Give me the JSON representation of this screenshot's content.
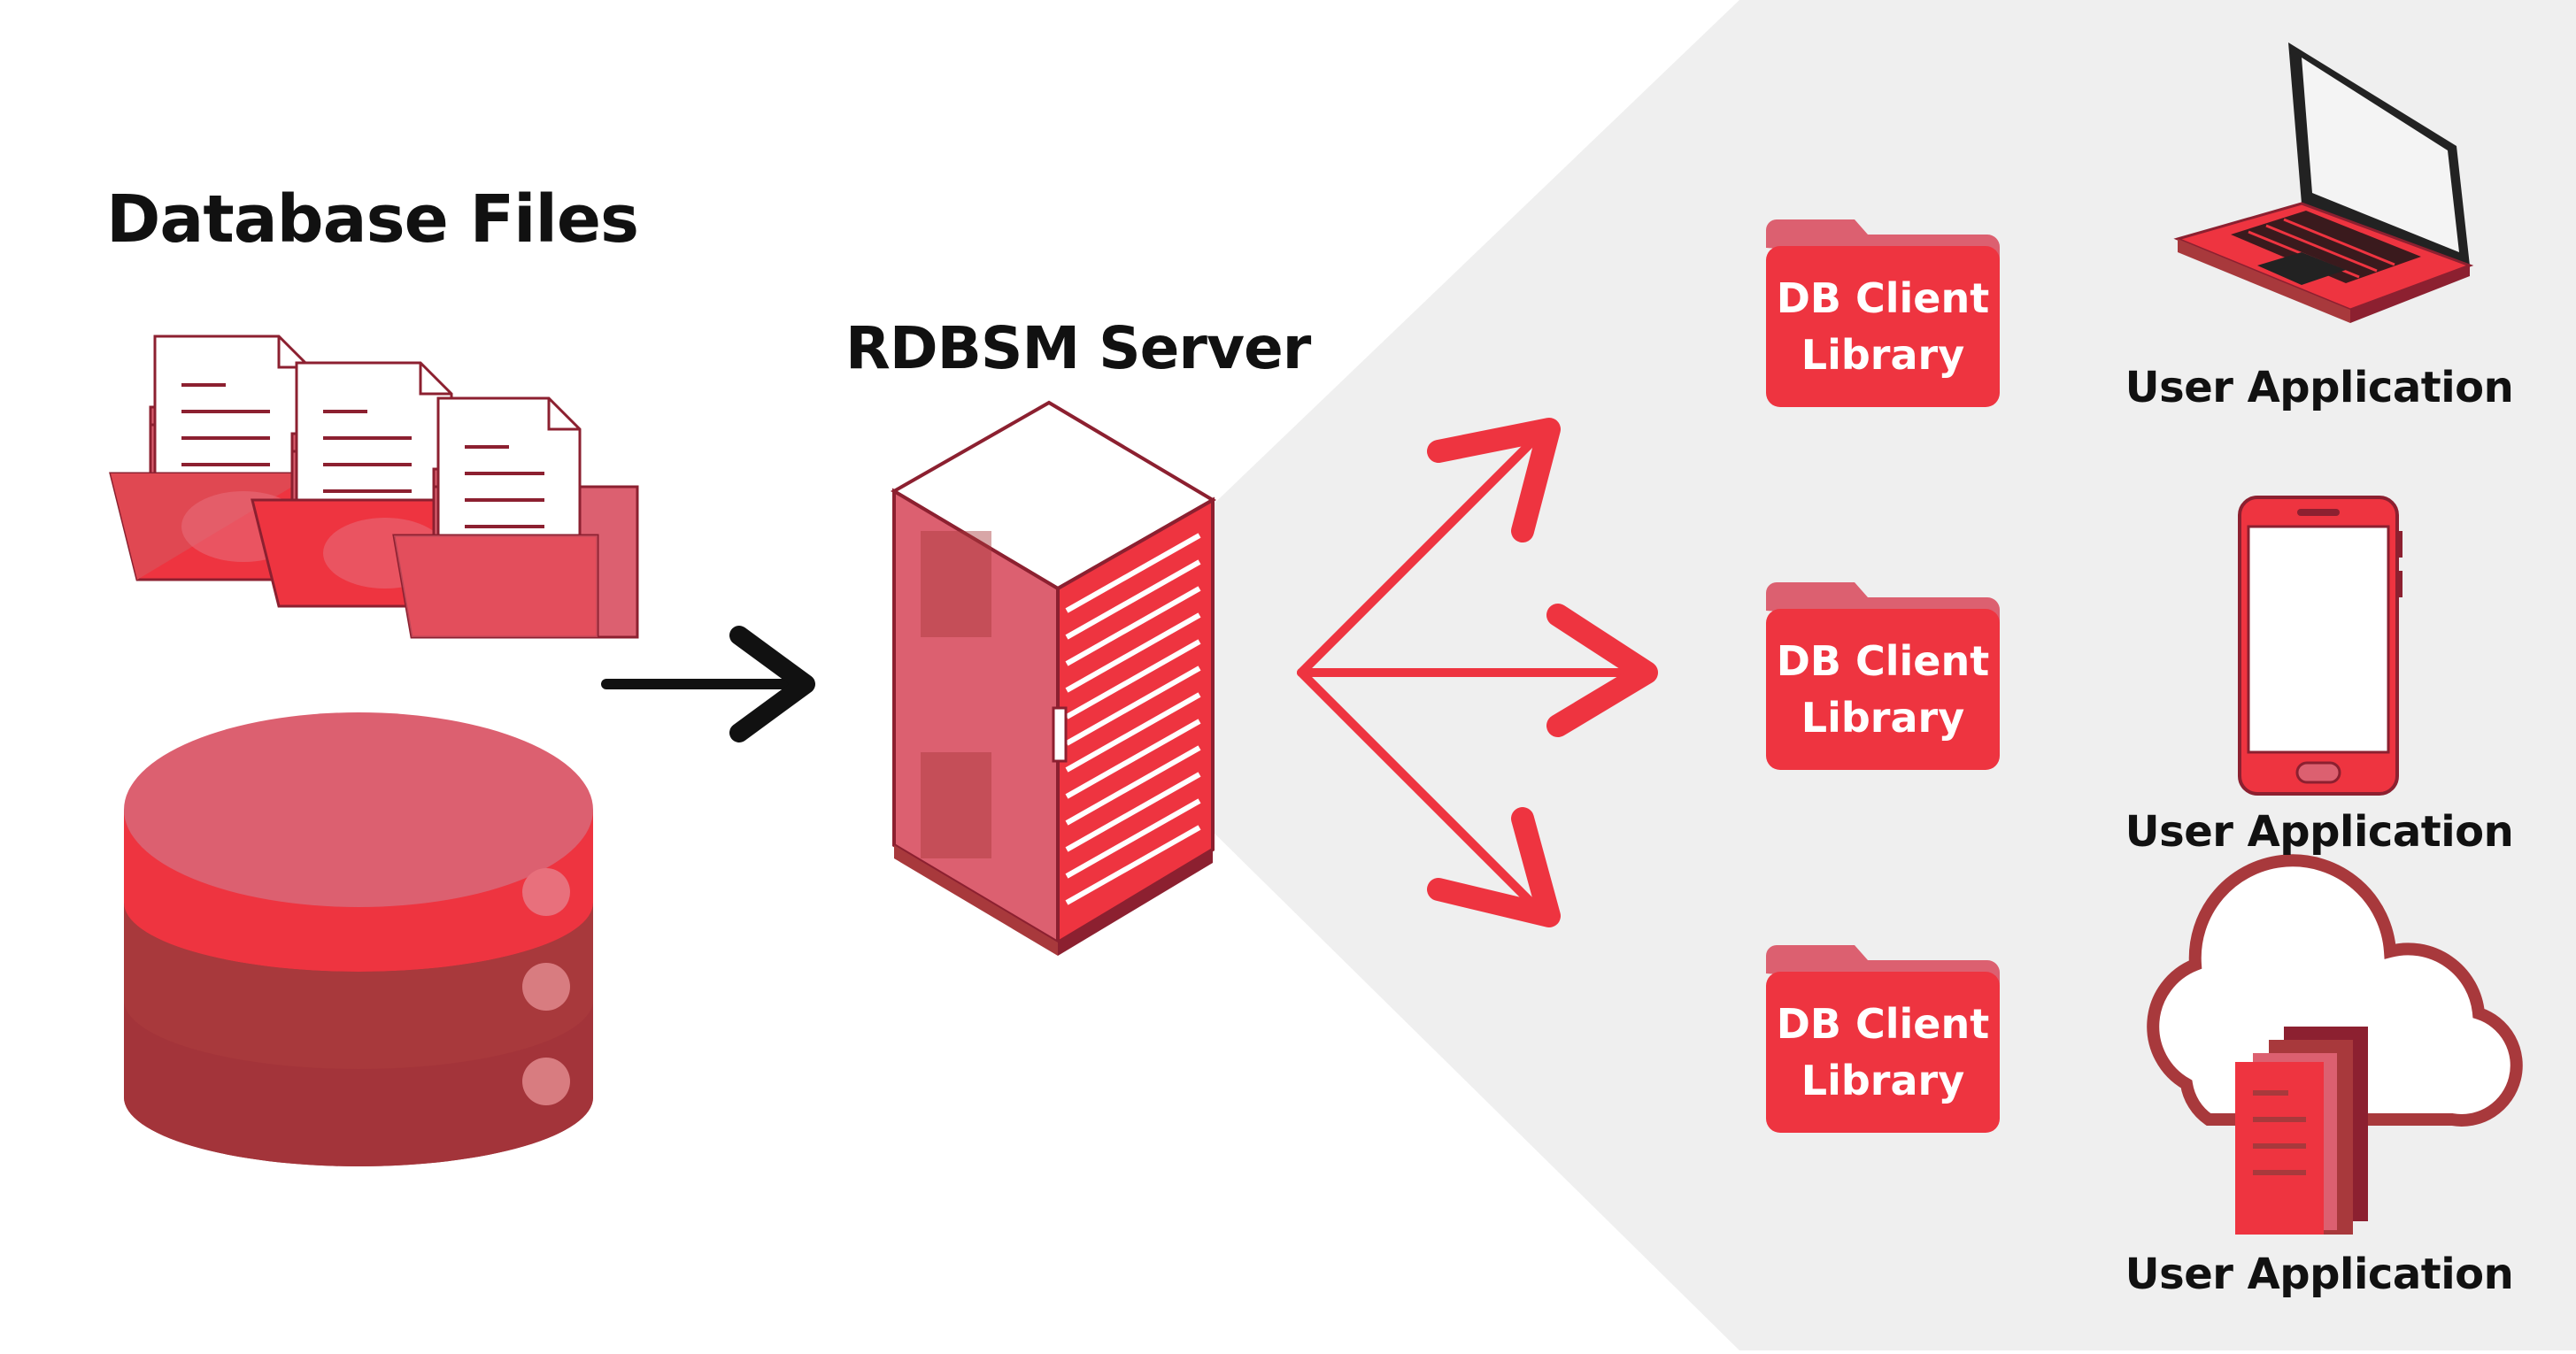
{
  "colors": {
    "primary_red": "#ee3440",
    "pink": "#dc6070",
    "dark_red": "#a8393c",
    "maroon": "#8c2030",
    "panel_gray": "#efefef",
    "text": "#111111"
  },
  "left": {
    "title": "Database Files",
    "icons": [
      "document-folder-icon",
      "document-folder-icon",
      "document-folder-icon",
      "database-cylinder-icon"
    ]
  },
  "center": {
    "title": "RDBSM Server",
    "icon": "server-rack-icon"
  },
  "right": {
    "clients": [
      {
        "lib_line1": "DB Client",
        "lib_line2": "Library",
        "app_label": "User Application",
        "app_icon": "laptop-icon"
      },
      {
        "lib_line1": "DB Client",
        "lib_line2": "Library",
        "app_label": "User Application",
        "app_icon": "smartphone-icon"
      },
      {
        "lib_line1": "DB Client",
        "lib_line2": "Library",
        "app_label": "User Application",
        "app_icon": "cloud-documents-icon"
      }
    ]
  }
}
